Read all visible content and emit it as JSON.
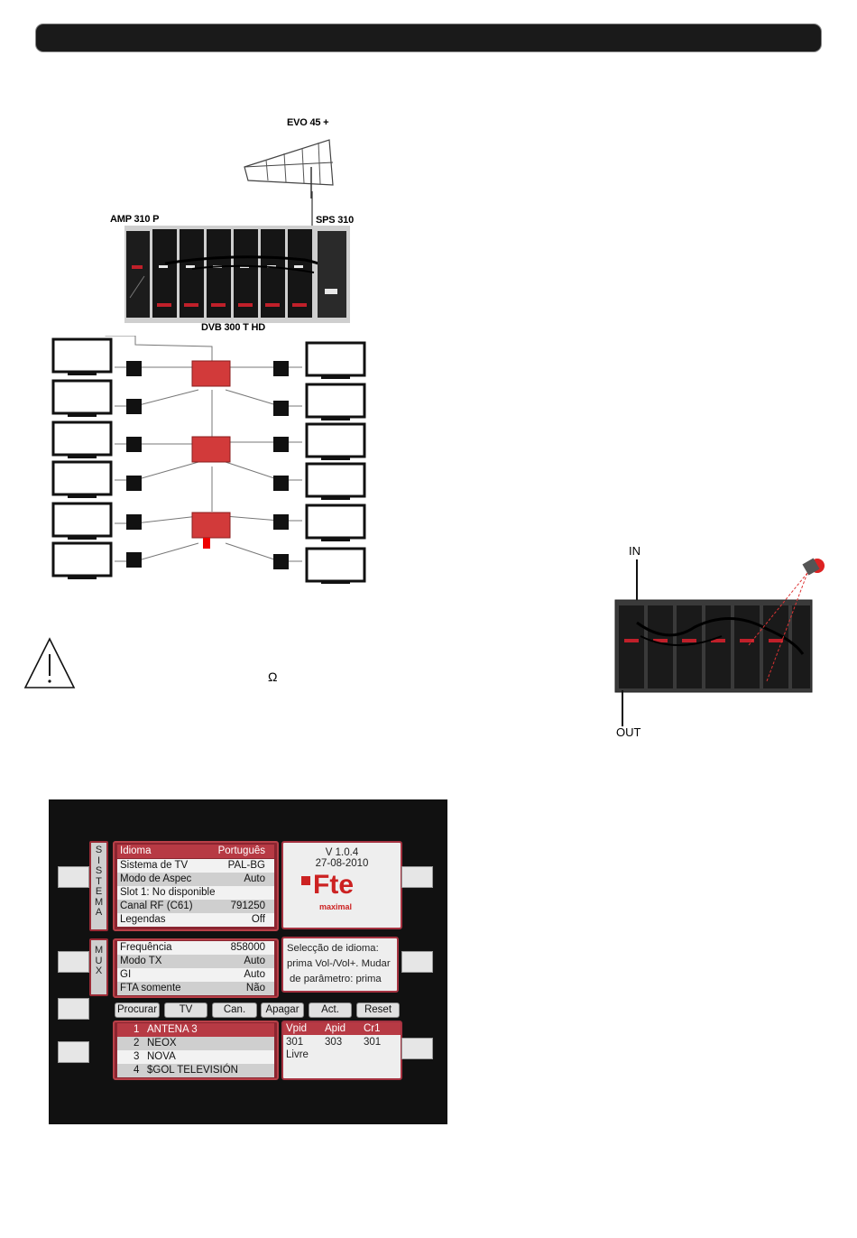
{
  "diagram": {
    "antenna_label": "EVO 45 +",
    "amp_label": "AMP 310 P",
    "sps_label": "SPS 310",
    "dvb_label": "DVB 300 T HD"
  },
  "warning": {
    "symbol": "Ω"
  },
  "rack": {
    "in_label": "IN",
    "out_label": "OUT"
  },
  "osd": {
    "sistema_tab": "SISTEMA",
    "mux_tab": "MUX",
    "sistema_rows": [
      {
        "label": "Idioma",
        "value": "Português"
      },
      {
        "label": "Sistema de TV",
        "value": "PAL-BG"
      },
      {
        "label": "Modo de Aspec",
        "value": "Auto"
      },
      {
        "label": "Slot 1: No disponible",
        "value": ""
      },
      {
        "label": "Canal RF (C61)",
        "value": "791250"
      },
      {
        "label": "Legendas",
        "value": "Off"
      }
    ],
    "version": "V 1.0.4",
    "date": "27-08-2010",
    "logo": "Fte",
    "logo_sub": "maximal",
    "mux_rows": [
      {
        "label": "Frequência",
        "value": "858000"
      },
      {
        "label": "Modo TX",
        "value": "Auto"
      },
      {
        "label": "GI",
        "value": "Auto"
      },
      {
        "label": "FTA somente",
        "value": "Não"
      }
    ],
    "help_lines": [
      "Selecção de idioma:",
      "prima Vol-/Vol+. Mudar",
      "de parâmetro: prima"
    ],
    "buttons": [
      "Procurar",
      "TV",
      "Can.",
      "Apagar",
      "Act.",
      "Reset"
    ],
    "channels": [
      {
        "num": "1",
        "name": "ANTENA 3"
      },
      {
        "num": "2",
        "name": "NEOX"
      },
      {
        "num": "3",
        "name": "NOVA"
      },
      {
        "num": "4",
        "name": "$GOL TELEVISIÓN"
      }
    ],
    "pid_headers": [
      "Vpid",
      "Apid",
      "Cr1"
    ],
    "pid_values": [
      "301",
      "303",
      "301"
    ],
    "pid_status": "Livre"
  }
}
